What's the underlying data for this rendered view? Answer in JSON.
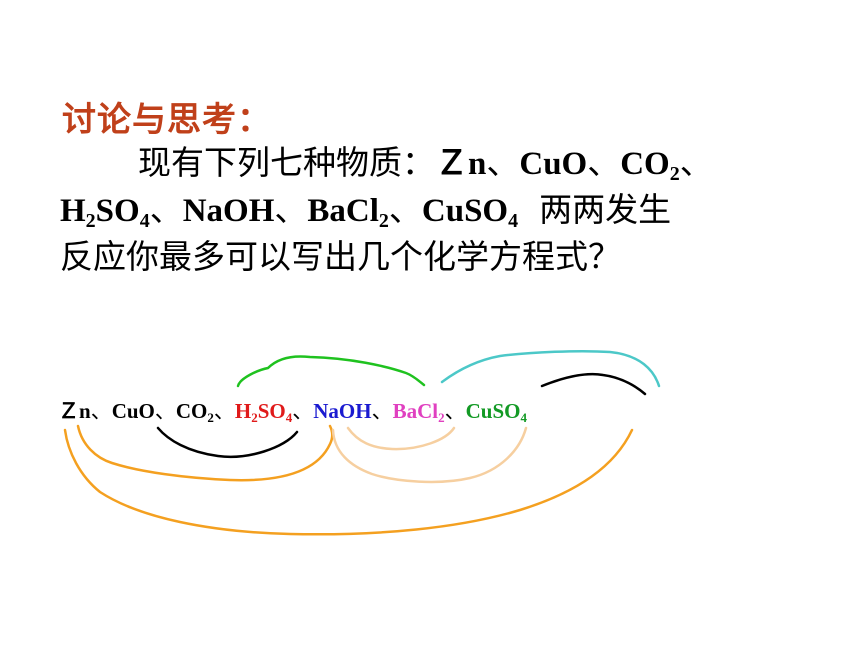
{
  "heading": "讨论与思考：",
  "question": {
    "intro": "现有下列七种物质：",
    "zn": "Ｚn",
    "cuo": "CuO",
    "co2_base": "CO",
    "co2_sub": "2",
    "h2so4_a": "H",
    "h2so4_sub1": "2",
    "h2so4_b": "SO",
    "h2so4_sub2": "4",
    "naoh": "NaOH",
    "bacl2_base": "BaCl",
    "bacl2_sub": "2",
    "cuso4_base": "CuSO",
    "cuso4_sub": "4",
    "tail_1": "两两发生",
    "tail_2": "反应你最多可以写出几个化学方程式？",
    "separator": "、"
  },
  "formula_row": {
    "zn": "Ｚn",
    "cuo": "CuO",
    "co2_base": "CO",
    "co2_sub": "2",
    "h2so4_a": "H",
    "h2so4_sub1": "2",
    "h2so4_b": "SO",
    "h2so4_sub2": "4",
    "naoh": "NaOH",
    "bacl2_base": "BaCl",
    "bacl2_sub": "2",
    "cuso4_base": "CuSO",
    "cuso4_sub": "4",
    "separator": "、"
  },
  "colors": {
    "heading": "#c0401a",
    "h2so4": "#e01a1a",
    "naoh": "#1a1ad0",
    "bacl2": "#e040c0",
    "cuso4": "#139a25",
    "arc_green": "#1fc21f",
    "arc_cyan": "#4cc8c8",
    "arc_black": "#000000",
    "arc_orange": "#f4a020",
    "arc_peach": "#f6cfa0"
  }
}
